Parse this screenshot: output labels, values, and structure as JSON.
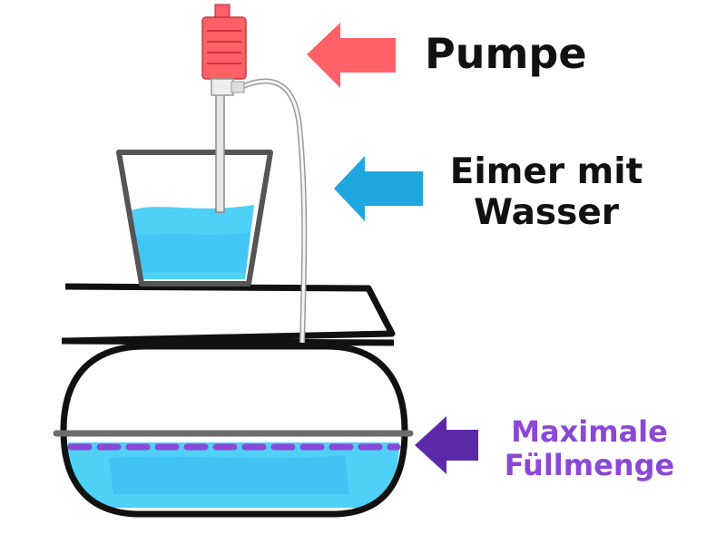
{
  "labels": {
    "pump": "Pumpe",
    "bucket_line1": "Eimer mit",
    "bucket_line2": "Wasser",
    "max_line1": "Maximale",
    "max_line2": "Füllmenge"
  },
  "colors": {
    "pump": "#ff5f66",
    "pump_arrow": "#ff6168",
    "bucket_arrow": "#1ea7df",
    "max_arrow": "#5c2aa8",
    "max_text": "#8b48d6",
    "water": "#4fd0f7",
    "water_dark": "#38bdf0",
    "fill_line": "#8b48d6",
    "outline": "#111111"
  },
  "icons": {
    "pump": "pump-icon",
    "bucket": "bucket-icon",
    "tank": "tank-icon",
    "arrows": "arrow-left-icon"
  }
}
